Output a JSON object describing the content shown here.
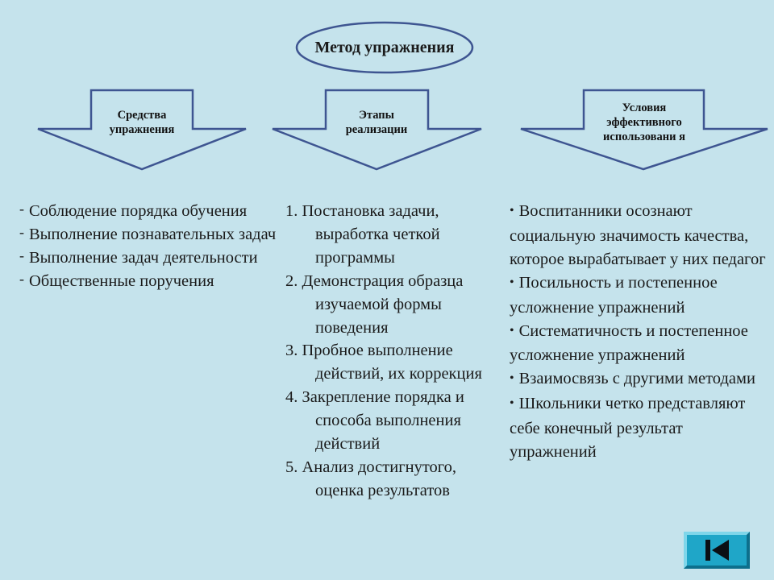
{
  "title": "Метод упражнения",
  "arrows": [
    {
      "label": "Средства упражнения"
    },
    {
      "label": "Этапы реализации"
    },
    {
      "label": "Условия эффективного использовани я"
    }
  ],
  "left_column": {
    "marker": "-",
    "items": [
      "Соблюдение порядка обучения",
      "Выполнение познавательных задач",
      "Выполнение задач деятельности",
      "Общественные поручения"
    ]
  },
  "middle_column": {
    "items": [
      {
        "num": "1.",
        "text": "Постановка задачи, выработка четкой программы"
      },
      {
        "num": "2.",
        "text": "Демонстрация образца изучаемой формы поведения"
      },
      {
        "num": "3.",
        "text": "Пробное выполнение действий, их коррекция"
      },
      {
        "num": "4.",
        "text": "Закрепление порядка и способа выполнения действий"
      },
      {
        "num": "5.",
        "text": "Анализ достигнутого, оценка результатов"
      }
    ]
  },
  "right_column": {
    "marker": "•",
    "items": [
      "Воспитанники осознают социальную значимость качества, которое вырабатывает у них педагог",
      "Посильность и постепенное усложнение упражнений",
      "Систематичность и постепенное усложнение упражнений",
      "Взаимосвязь с другими методами",
      "Школьники четко представляют себе конечный результат упражнений"
    ]
  },
  "nav": {
    "back_icon": "back-to-start-icon"
  },
  "colors": {
    "background": "#c5e3ec",
    "shape_fill": "#c5e3ec",
    "shape_stroke": "#3e5591",
    "button_fill": "#1fa6c8"
  }
}
